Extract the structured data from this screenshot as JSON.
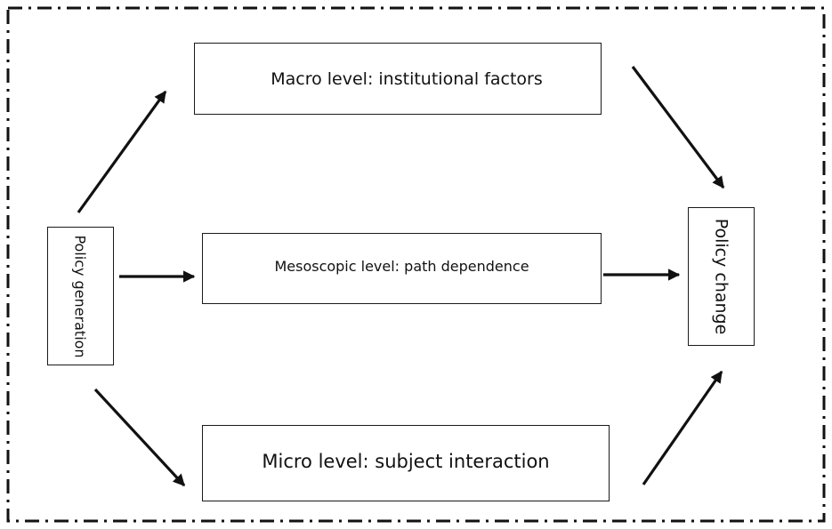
{
  "diagram": {
    "source": {
      "label": "Policy generation"
    },
    "levels": [
      {
        "id": "macro",
        "label": "Macro level: institutional factors"
      },
      {
        "id": "meso",
        "label": "Mesoscopic level: path dependence"
      },
      {
        "id": "micro",
        "label": "Micro level: subject interaction"
      }
    ],
    "target": {
      "label": "Policy change"
    }
  }
}
